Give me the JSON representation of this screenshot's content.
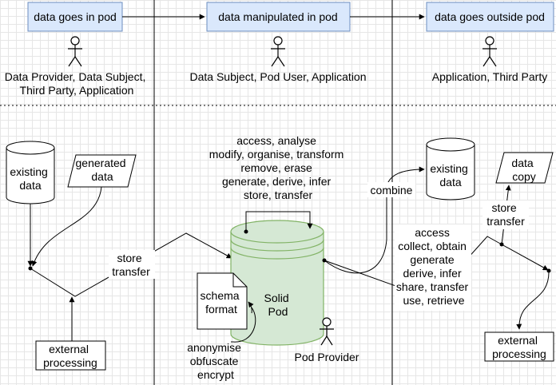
{
  "phases": {
    "in": {
      "label": "data goes in pod"
    },
    "manip": {
      "label": "data manipulated in pod"
    },
    "out": {
      "label": "data goes outside pod"
    }
  },
  "actors": {
    "in": {
      "lines": [
        "Data Provider, Data Subject,",
        "Third Party, Application"
      ]
    },
    "manip": {
      "lines": [
        "Data Subject, Pod User, Application"
      ]
    },
    "out": {
      "lines": [
        "Application, Third Party"
      ]
    },
    "pod_provider": {
      "label": "Pod Provider"
    }
  },
  "left": {
    "existing": {
      "lines": [
        "existing",
        "data"
      ]
    },
    "generated": {
      "lines": [
        "generated",
        "data"
      ]
    },
    "store": {
      "lines": [
        "store",
        "transfer"
      ]
    },
    "external": {
      "lines": [
        "external",
        "processing"
      ]
    }
  },
  "middle": {
    "ops": {
      "lines": [
        "access, analyse",
        "modify, organise, transform",
        "remove, erase",
        "generate, derive, infer",
        "store, transfer"
      ]
    },
    "pod": {
      "lines": [
        "Solid",
        "Pod"
      ]
    },
    "schema": {
      "lines": [
        "schema",
        "format"
      ]
    },
    "anon": {
      "lines": [
        "anonymise",
        "obfuscate",
        "encrypt"
      ]
    }
  },
  "right": {
    "combine": {
      "label": "combine"
    },
    "existing": {
      "lines": [
        "existing",
        "data"
      ]
    },
    "copy": {
      "lines": [
        "data",
        "copy"
      ]
    },
    "store": {
      "lines": [
        "store",
        "transfer"
      ]
    },
    "ops": {
      "lines": [
        "access",
        "collect, obtain",
        "generate",
        "derive, infer",
        "share, transfer",
        "use, retrieve"
      ]
    },
    "external": {
      "lines": [
        "external",
        "processing"
      ]
    }
  },
  "colors": {
    "header_fill": "#dae8fc",
    "header_stroke": "#6c8ebf",
    "pod_fill": "#d5e8d4",
    "pod_stroke": "#82b366",
    "line": "#000000"
  }
}
